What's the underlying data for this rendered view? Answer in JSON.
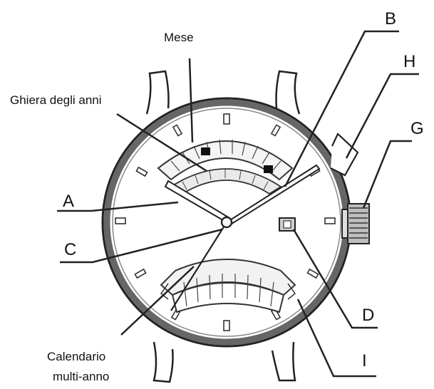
{
  "labels": {
    "mese": "Mese",
    "ghiera": "Ghiera degli anni",
    "calendario_line1": "Calendario",
    "calendario_line2": "multi-anno",
    "a": "A",
    "b": "B",
    "c": "C",
    "d": "D",
    "g": "G",
    "h": "H",
    "i": "I"
  },
  "colors": {
    "ink": "#111111",
    "bezel": "#555555",
    "dial": "#ffffff",
    "crown": "#8a8a8a"
  }
}
